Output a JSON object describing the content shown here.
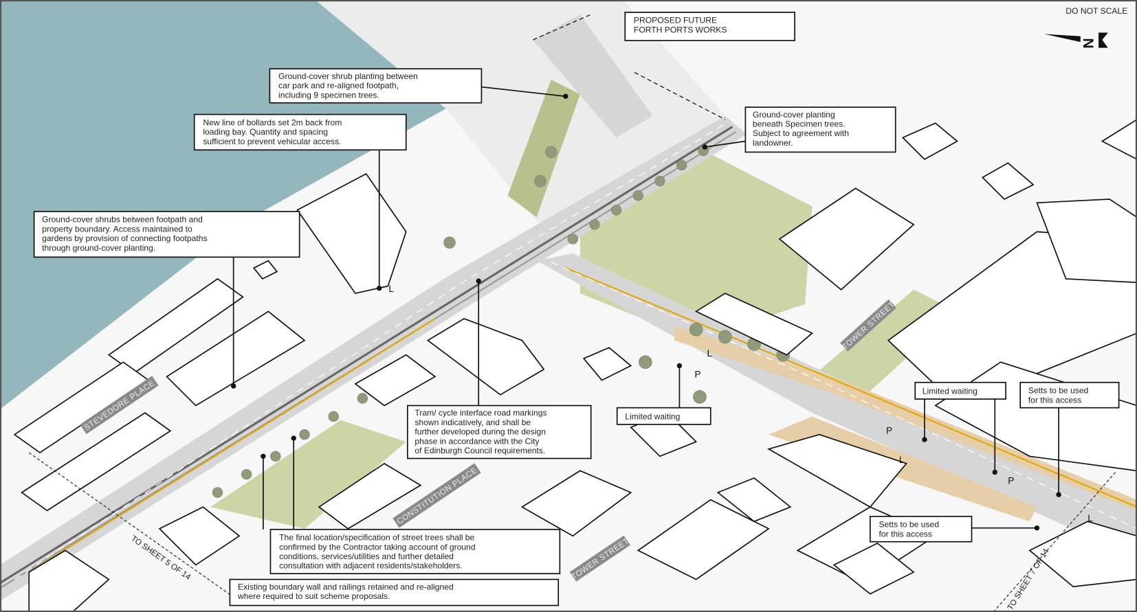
{
  "header": {
    "do_not_scale": "DO NOT SCALE",
    "north_arrow_letter": "N"
  },
  "colors": {
    "water": "#93b7bd",
    "green_space": "#cbd5a6",
    "road": "#d6d6d6",
    "footway_setts": "#e6cfa8",
    "tram_line": "#e2a800"
  },
  "callouts": {
    "forth_ports": {
      "lines": [
        "PROPOSED FUTURE",
        "FORTH PORTS WORKS"
      ]
    },
    "shrub_car_park": {
      "lines": [
        "Ground-cover shrub planting between",
        "car park and re-aligned footpath,",
        "including 9 specimen trees."
      ]
    },
    "bollards": {
      "lines": [
        "New line of bollards set 2m back from",
        "loading bay. Quantity and spacing",
        "sufficient to prevent vehicular access."
      ]
    },
    "specimen_trees": {
      "lines": [
        "Ground-cover planting",
        "beneath Specimen trees.",
        "Subject to agreement with",
        "landowner."
      ]
    },
    "shrubs_footpath": {
      "lines": [
        "Ground-cover shrubs between footpath and",
        "property boundary. Access maintained to",
        "gardens by provision of connecting footpaths",
        "through ground-cover planting."
      ]
    },
    "tram_cycle": {
      "lines": [
        "Tram/ cycle interface road markings",
        "shown indicatively, and shall be",
        "further developed during the design",
        "phase in accordance with the City",
        "of Edinburgh Council requirements."
      ]
    },
    "limited_waiting_1": {
      "lines": [
        "Limited waiting"
      ]
    },
    "limited_waiting_2": {
      "lines": [
        "Limited waiting"
      ]
    },
    "setts_1": {
      "lines": [
        "Setts to be used",
        "for this access"
      ]
    },
    "setts_2": {
      "lines": [
        "Setts to be used",
        "for this access"
      ]
    },
    "street_trees": {
      "lines": [
        "The final location/specification of street trees shall be",
        "confirmed by the Contractor taking account of ground",
        "conditions, services/utilities and further detailed",
        "consultation with adjacent residents/stakeholders."
      ]
    },
    "boundary_wall": {
      "lines": [
        "Existing boundary wall and railings retained and re-aligned",
        "where required to suit scheme proposals."
      ]
    }
  },
  "streets": {
    "stevedore_place": "STEVEDORE PLACE",
    "tower_street_north": "TOWER STREET",
    "constitution_place": "CONSTITUTION PLACE",
    "tower_street_south": "TOWER STREET"
  },
  "match_lines": {
    "sheet_5": "TO SHEET 5 OF 14",
    "sheet_7": "TO SHEET 7 OF 14"
  },
  "bay_markers": [
    "L",
    "L",
    "P",
    "P",
    "L",
    "P",
    "L"
  ]
}
